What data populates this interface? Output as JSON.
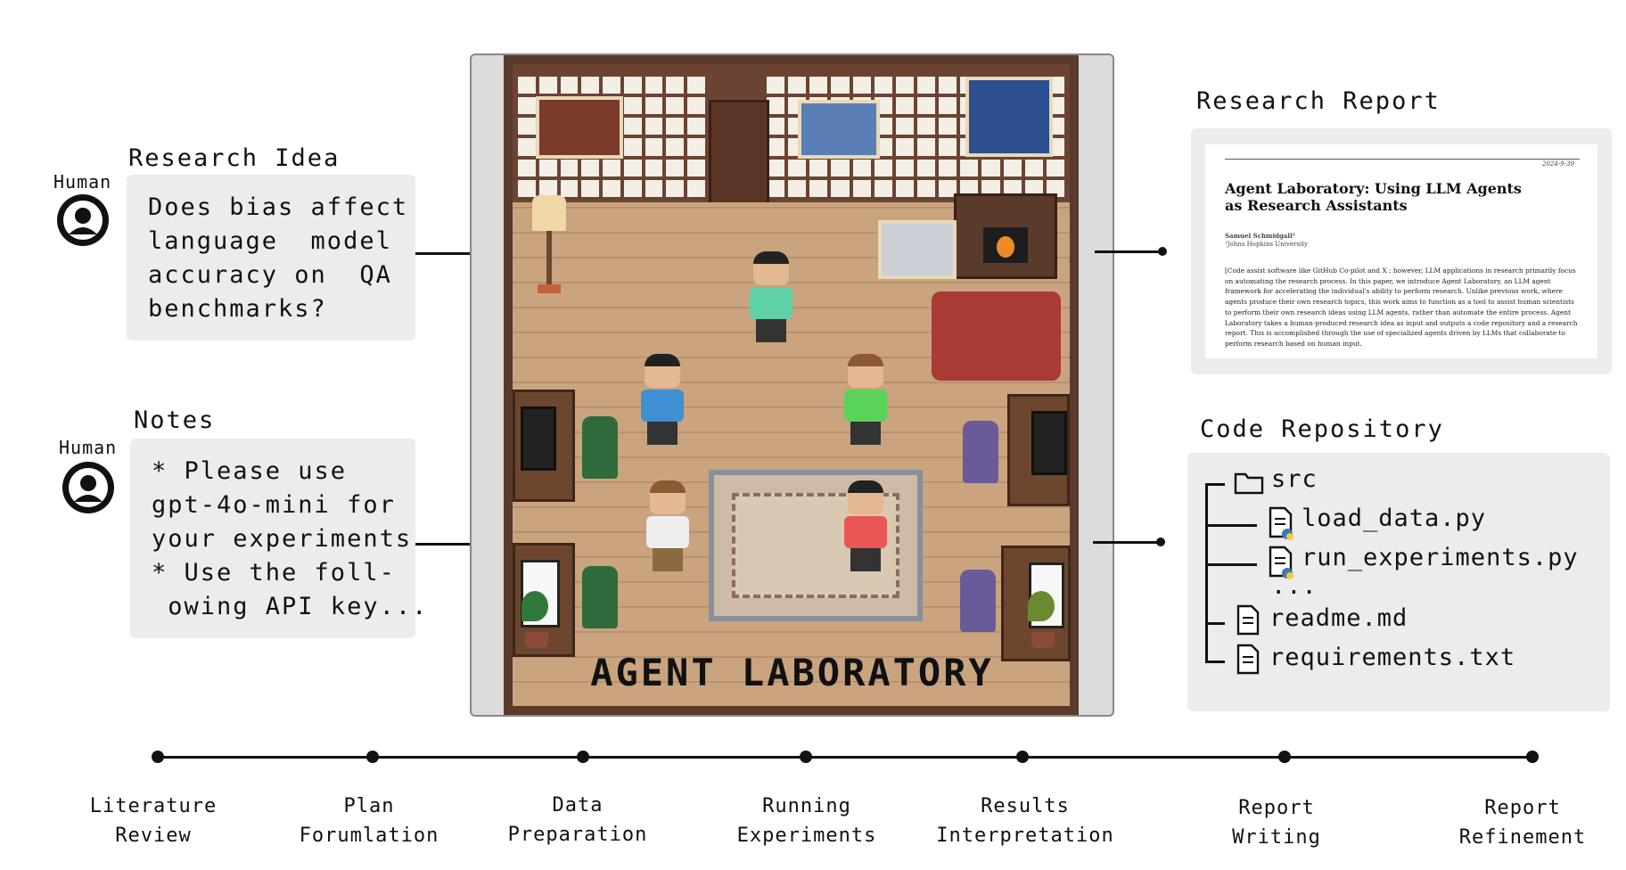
{
  "research_idea": {
    "title": "Research Idea",
    "human_label": "Human",
    "text": "Does bias affect\nlanguage  model\naccuracy on  QA\nbenchmarks?"
  },
  "notes": {
    "title": "Notes",
    "human_label": "Human",
    "text": "* Please use\ngpt-4o-mini for\nyour experiments\n* Use the foll-\n owing API key..."
  },
  "lab": {
    "title": "AGENT LABORATORY"
  },
  "research_report": {
    "title": "Research Report",
    "date": "2024-9-39",
    "paper_title": "Agent Laboratory: Using LLM Agents as Research Assistants",
    "author": "Samuel Schmidgall¹",
    "affiliation": "¹Johns Hopkins University",
    "abstract": "[Code assist software like GitHub Co-pilot and X ; however, LLM applications in research primarily focus on automating the research process. In this paper, we introduce Agent Laboratory, an LLM agent framework for accelerating the individual's ability to perform research. Unlike previous work, where agents produce their own research topics, this work aims to function as a tool to assist human scientists to perform their own research ideas using LLM agents, rather than automate the entire process. Agent Laboratory takes a human-produced research idea as input and outputs a code repository and a research report. This is accomplished through the use of specialized agents driven by LLMs that collaborate to perform research based on human input."
  },
  "code_repository": {
    "title": "Code Repository",
    "folder": "src",
    "files_in_src": [
      "load_data.py",
      "run_experiments.py"
    ],
    "ellipsis": "...",
    "root_files": [
      "readme.md",
      "requirements.txt"
    ]
  },
  "timeline": [
    "Literature\nReview",
    "Plan\nForumlation",
    "Data\nPreparation",
    "Running\nExperiments",
    "Results\nInterpretation",
    "Report\nWriting",
    "Report\nRefinement"
  ]
}
